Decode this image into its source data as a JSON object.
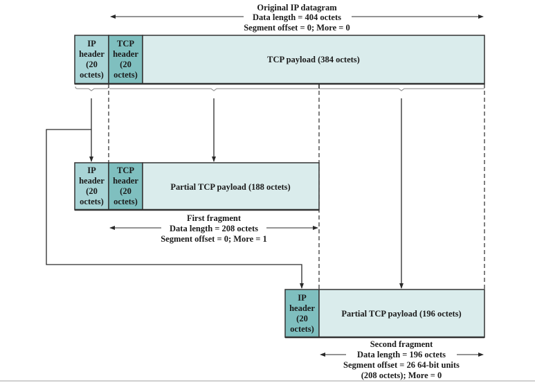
{
  "colors": {
    "ip_header": "#a8d4d6",
    "tcp_header": "#7fbfbf",
    "payload": "#daecec",
    "border": "#333333",
    "line": "#2a2a2a"
  },
  "original": {
    "label": {
      "line1": "Original IP datagram",
      "line2": "Data length = 404 octets",
      "line3": "Segment offset = 0; More = 0"
    },
    "ip_header": [
      "IP",
      "header",
      "(20",
      "octets)"
    ],
    "tcp_header": [
      "TCP",
      "header",
      "(20",
      "octets)"
    ],
    "payload": "TCP payload (384 octets)"
  },
  "first_fragment": {
    "ip_header": [
      "IP",
      "header",
      "(20",
      "octets)"
    ],
    "tcp_header": [
      "TCP",
      "header",
      "(20",
      "octets)"
    ],
    "payload": "Partial TCP payload (188 octets)",
    "label": {
      "line1": "First fragment",
      "line2": "Data length = 208 octets",
      "line3": "Segment offset = 0; More = 1"
    }
  },
  "second_fragment": {
    "ip_header": [
      "IP",
      "header",
      "(20",
      "octets)"
    ],
    "payload": "Partial TCP payload (196 octets)",
    "label": {
      "line1": "Second fragment",
      "line2": "Data length = 196 octets",
      "line3": "Segment offset = 26 64-bit units",
      "line4": "(208 octets); More = 0"
    }
  }
}
